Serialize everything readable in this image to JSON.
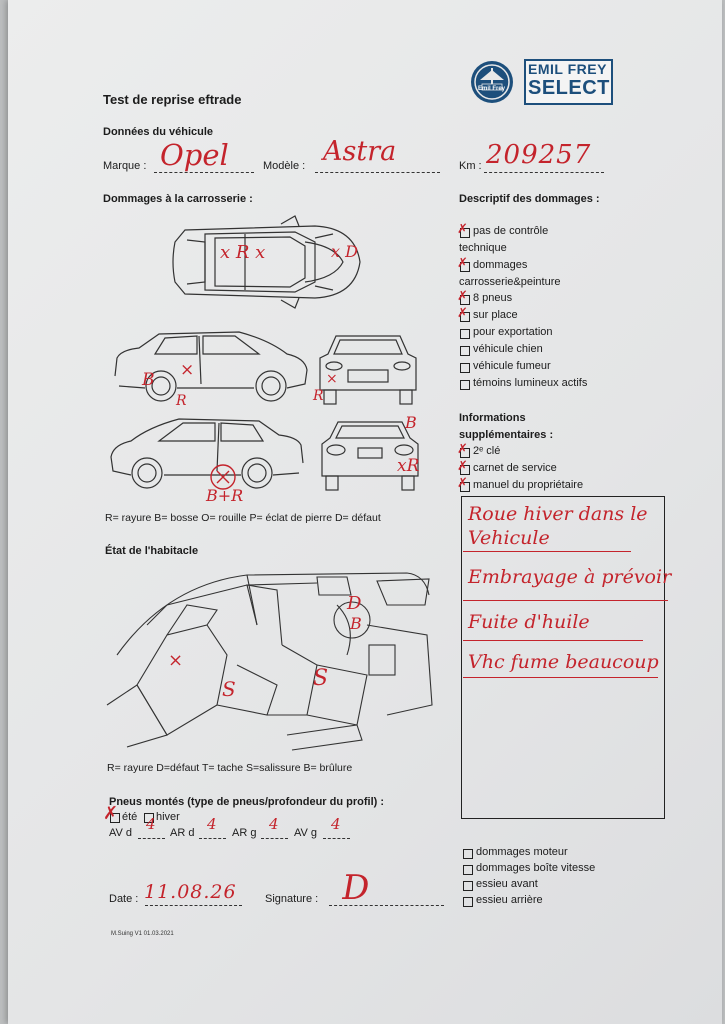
{
  "header": {
    "title": "Test de reprise eftrade",
    "logo_badge": "Emil Frey",
    "logo_line1": "EMIL FREY",
    "logo_line2": "SELECT"
  },
  "vehicle": {
    "section": "Données du véhicule",
    "brand_label": "Marque :",
    "brand_value": "Opel",
    "model_label": "Modèle :",
    "model_value": "Astra",
    "km_label": "Km :",
    "km_value": "209257"
  },
  "bodywork": {
    "section": "Dommages à la carrosserie :",
    "legend": "R= rayure B= bosse O= rouille P= éclat de pierre D= défaut",
    "marks": {
      "top": "x R x",
      "top_right": "x D",
      "left_b": "B",
      "left_r": "R",
      "front_r": "R",
      "bottom_br": "B+R",
      "rear_b": "B",
      "rear_r": "xR"
    }
  },
  "damage_desc": {
    "section": "Descriptif des dommages :",
    "items": [
      {
        "label1": "pas de contrôle",
        "label2": "technique",
        "checked": true
      },
      {
        "label1": "dommages",
        "label2": "carrosserie&peinture",
        "checked": true
      },
      {
        "label1": "8 pneus",
        "label2": "",
        "checked": true
      },
      {
        "label1": "sur place",
        "label2": "",
        "checked": true
      },
      {
        "label1": "pour exportation",
        "label2": "",
        "checked": false
      },
      {
        "label1": "véhicule chien",
        "label2": "",
        "checked": false
      },
      {
        "label1": "véhicule fumeur",
        "label2": "",
        "checked": false
      },
      {
        "label1": "témoins lumineux actifs",
        "label2": "",
        "checked": false
      }
    ]
  },
  "extra_info": {
    "section1": "Informations",
    "section2": "supplémentaires :",
    "items": [
      {
        "label": "2ᵉ clé",
        "checked": true
      },
      {
        "label": "carnet de service",
        "checked": true
      },
      {
        "label": "manuel du propriétaire",
        "checked": true
      }
    ]
  },
  "notes": [
    "Roue hiver dans le",
    "Vehicule",
    "Embrayage à prévoir",
    "Fuite d'huile",
    "Vhc fume beaucoup"
  ],
  "interior": {
    "section": "État de l'habitacle",
    "legend": "R= rayure D=défaut T= tache S=salissure B= brûlure",
    "marks": {
      "s1": "S",
      "s2": "S",
      "d": "D",
      "b": "B"
    }
  },
  "tires": {
    "section": "Pneus montés (type de pneus/profondeur du profil) :",
    "summer": "été",
    "winter": "hiver",
    "fields": [
      {
        "label": "AV d",
        "value": "4"
      },
      {
        "label": "AR d",
        "value": "4"
      },
      {
        "label": "AR g",
        "value": "4"
      },
      {
        "label": "AV g",
        "value": "4"
      }
    ]
  },
  "bottom_checks": [
    {
      "label": "dommages moteur",
      "checked": false
    },
    {
      "label": "dommages boîte vitesse",
      "checked": false
    },
    {
      "label": "essieu avant",
      "checked": false
    },
    {
      "label": "essieu arrière",
      "checked": false
    }
  ],
  "signoff": {
    "date_label": "Date :",
    "date_value": "11.08.26",
    "signature_label": "Signature :",
    "signature_value": "D"
  },
  "footer": {
    "version": "M.Suing V1 01.03.2021"
  },
  "colors": {
    "ink": "#c4242c",
    "logo_blue": "#1d4f7c"
  }
}
